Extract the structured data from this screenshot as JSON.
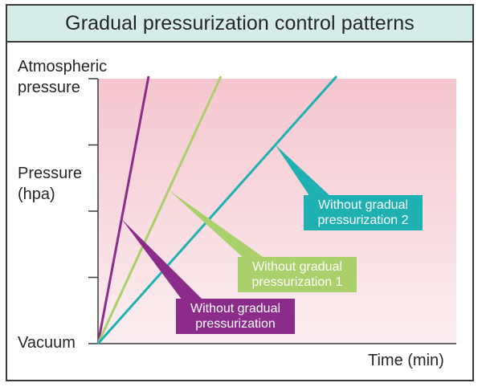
{
  "chart_data": {
    "type": "line",
    "title": "Gradual pressurization control patterns",
    "ylabel": "Pressure\n(hpa)",
    "xlabel": "Time (min)",
    "y_ticks": {
      "top": "Atmospheric\npressure",
      "bottom": "Vacuum"
    },
    "series": [
      {
        "name": "Without gradual pressurization",
        "color": "#8b2b8a",
        "x": [
          0,
          0.14
        ],
        "y": [
          0,
          1.0
        ]
      },
      {
        "name": "Without gradual pressurization 1",
        "color": "#a9d06a",
        "x": [
          0,
          0.34
        ],
        "y": [
          0,
          1.0
        ]
      },
      {
        "name": "Without gradual pressurization 2",
        "color": "#1fb1b2",
        "x": [
          0,
          0.66
        ],
        "y": [
          0,
          1.0
        ]
      }
    ],
    "callouts": [
      {
        "series": 0,
        "lines": [
          "Without gradual",
          "pressurization"
        ],
        "color": "#8b2b8a"
      },
      {
        "series": 1,
        "lines": [
          "Without gradual",
          "pressurization 1"
        ],
        "color": "#a9d06a"
      },
      {
        "series": 2,
        "lines": [
          "Without gradual",
          "pressurization 2"
        ],
        "color": "#1fb1b2"
      }
    ],
    "background_gradient": [
      "#f5c6cf",
      "#fbeef0"
    ],
    "grid": false
  }
}
